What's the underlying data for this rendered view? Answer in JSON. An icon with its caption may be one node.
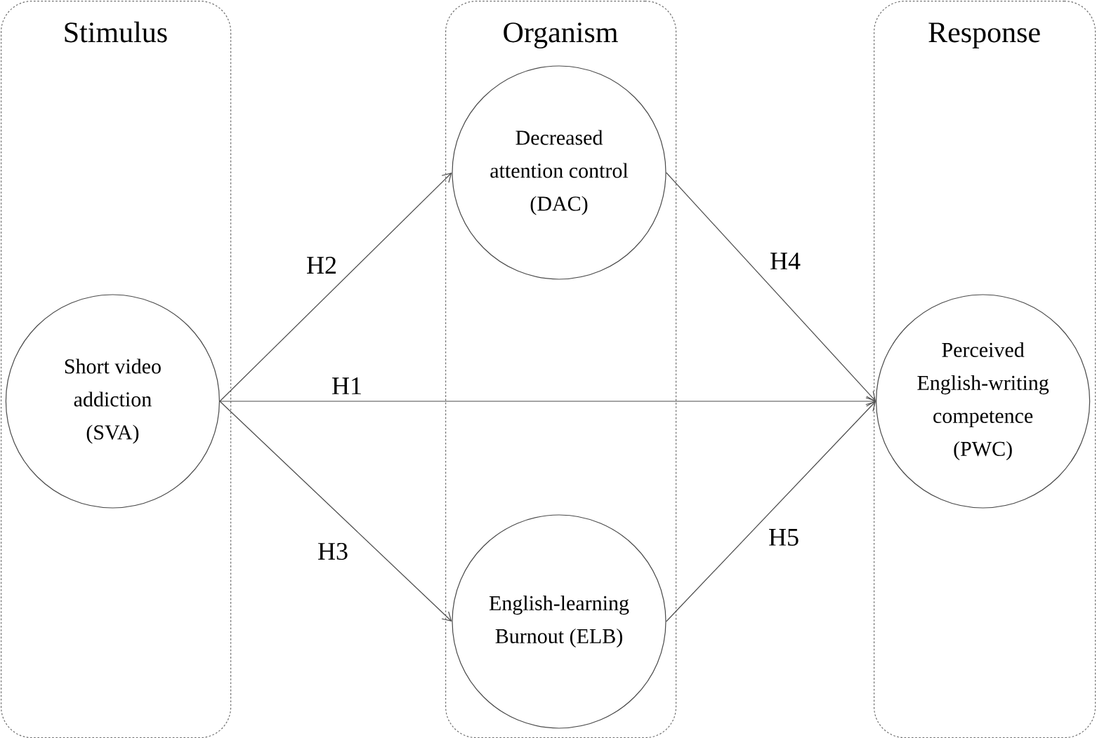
{
  "diagram": {
    "nodes": [
      {
        "text": [
          "Stimulus"
        ]
      },
      {
        "text": [
          "Short video addiction (SVA)"
        ],
        "in": 0
      },
      {
        "text": [
          "Organism"
        ]
      },
      {
        "text": [
          "Decreased attention control (DAC)"
        ],
        "in": 2
      },
      {
        "text": [
          "English-learning Burnout (ELB)"
        ],
        "in": 2
      },
      {
        "text": [
          "Response"
        ]
      },
      {
        "text": [
          "Perceived English-writing competence (PWC)"
        ],
        "in": 5
      }
    ],
    "edges": [
      {
        "from": 1,
        "to": 6,
        "arrow": "to",
        "label": "H1"
      },
      {
        "from": 1,
        "to": 3,
        "arrow": "to",
        "label": "H2"
      },
      {
        "from": 1,
        "to": 4,
        "arrow": "to",
        "label": "H3"
      },
      {
        "from": 3,
        "to": 6,
        "arrow": "to",
        "label": "H4"
      },
      {
        "from": 4,
        "to": 6,
        "arrow": "to",
        "label": "H5"
      }
    ]
  }
}
